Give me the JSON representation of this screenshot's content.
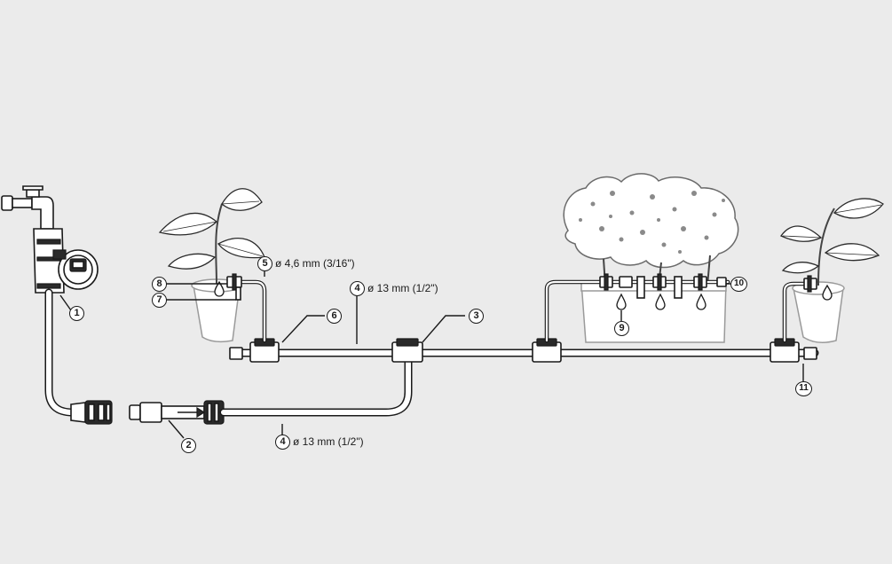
{
  "callouts": [
    {
      "number": "1"
    },
    {
      "number": "2"
    },
    {
      "number": "3"
    },
    {
      "number": "4",
      "text": "ø 13 mm (1/2\")"
    },
    {
      "number": "4",
      "text": "ø 13 mm (1/2\")"
    },
    {
      "number": "5",
      "text": "ø 4,6 mm (3/16\")"
    },
    {
      "number": "6"
    },
    {
      "number": "7"
    },
    {
      "number": "8"
    },
    {
      "number": "9"
    },
    {
      "number": "10"
    },
    {
      "number": "11"
    }
  ],
  "colors": {
    "background": "#ebebeb",
    "line": "#1a1a1a",
    "plant_outline": "#9a9a9a"
  },
  "icons": [
    "water-tap-icon",
    "water-timer-icon",
    "tap-connector-icon",
    "hose-connector-icon",
    "t-joint-icon",
    "drip-head-icon",
    "water-drop-icon",
    "potted-plant-icon",
    "flower-box-icon",
    "end-plug-icon"
  ]
}
